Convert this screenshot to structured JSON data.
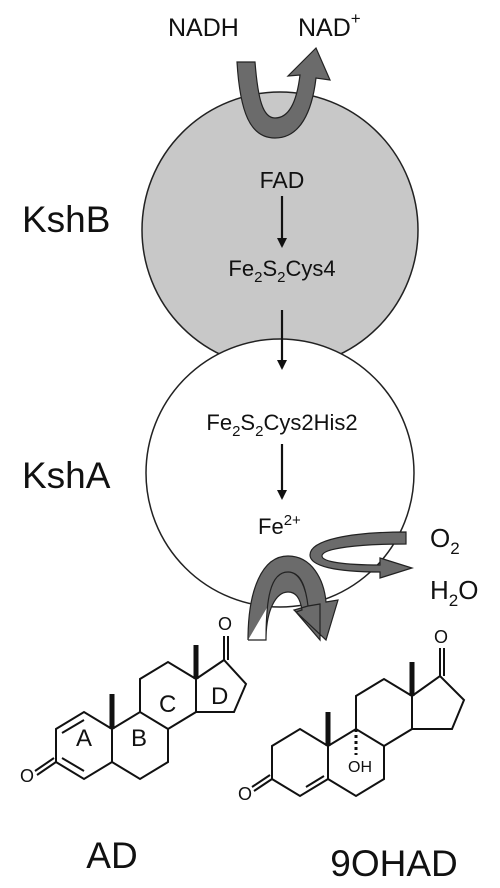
{
  "cofactors_top": {
    "nadh": "NADH",
    "nad_base": "NAD",
    "nad_sup": "+"
  },
  "kshb": {
    "label": "KshB",
    "fad": "FAD",
    "cluster": {
      "fe": "Fe",
      "s1": "2",
      "s": "S",
      "s2": "2",
      "rest": "Cys4"
    }
  },
  "ksha": {
    "label": "KshA",
    "cluster": {
      "fe": "Fe",
      "s1": "2",
      "s": "S",
      "s2": "2",
      "rest": "Cys2His2"
    },
    "iron": {
      "base": "Fe",
      "sup": "2+"
    }
  },
  "oxygen": {
    "o2_base": "O",
    "o2_sub": "2",
    "h2o_h": "H",
    "h2o_sub": "2",
    "h2o_o": "O"
  },
  "molecules": {
    "ad": {
      "name": "AD",
      "ring_a": "A",
      "ring_b": "B",
      "ring_c": "C",
      "ring_d": "D",
      "keto_o": "O"
    },
    "ohad": {
      "name": "9OHAD",
      "oh": "OH",
      "keto_o": "O"
    }
  },
  "colors": {
    "kshb_fill": "#c8c8c8",
    "ksha_fill": "#ffffff",
    "arrow_fill": "#6b6b6b",
    "stroke": "#222222"
  }
}
